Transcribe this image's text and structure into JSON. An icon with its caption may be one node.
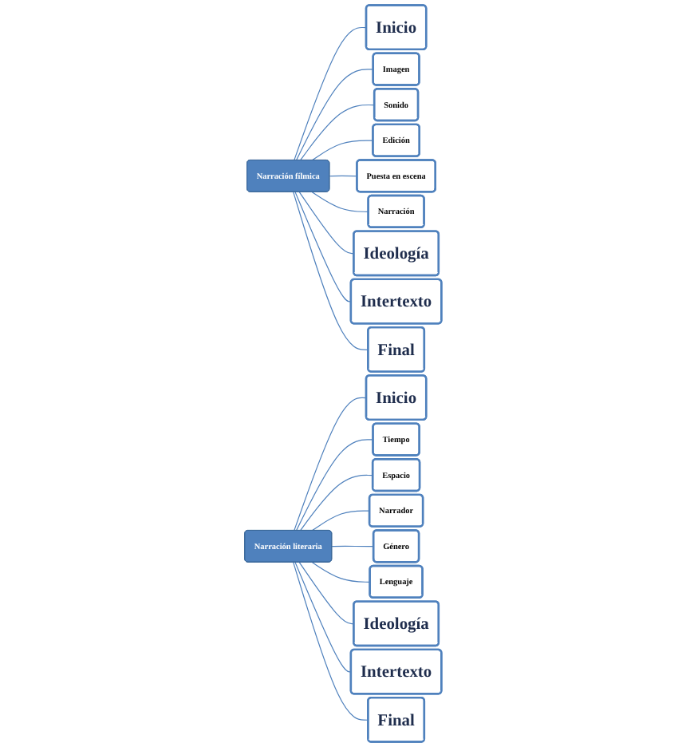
{
  "diagram": {
    "nodes": [
      {
        "text": [
          "Narración fílmica"
        ]
      },
      {
        "text": [
          "Inicio"
        ]
      },
      {
        "text": [
          "Imagen"
        ]
      },
      {
        "text": [
          "Sonido"
        ]
      },
      {
        "text": [
          "Edición"
        ]
      },
      {
        "text": [
          "Puesta en escena"
        ]
      },
      {
        "text": [
          "Narración"
        ]
      },
      {
        "text": [
          "Ideología"
        ]
      },
      {
        "text": [
          "Intertexto"
        ]
      },
      {
        "text": [
          "Final"
        ]
      },
      {
        "text": [
          "Narración literaria"
        ]
      },
      {
        "text": [
          "Inicio"
        ]
      },
      {
        "text": [
          "Tiempo"
        ]
      },
      {
        "text": [
          "Espacio"
        ]
      },
      {
        "text": [
          "Narrador"
        ]
      },
      {
        "text": [
          "Género"
        ]
      },
      {
        "text": [
          "Lenguaje"
        ]
      },
      {
        "text": [
          "Ideología"
        ]
      },
      {
        "text": [
          "Intertexto"
        ]
      },
      {
        "text": [
          "Final"
        ]
      }
    ],
    "edges": [
      {
        "from": 0,
        "to": 1,
        "arrow": "none"
      },
      {
        "from": 0,
        "to": 2,
        "arrow": "none"
      },
      {
        "from": 0,
        "to": 3,
        "arrow": "none"
      },
      {
        "from": 0,
        "to": 4,
        "arrow": "none"
      },
      {
        "from": 0,
        "to": 5,
        "arrow": "none"
      },
      {
        "from": 0,
        "to": 6,
        "arrow": "none"
      },
      {
        "from": 0,
        "to": 7,
        "arrow": "none"
      },
      {
        "from": 0,
        "to": 8,
        "arrow": "none"
      },
      {
        "from": 0,
        "to": 9,
        "arrow": "none"
      },
      {
        "from": 10,
        "to": 11,
        "arrow": "none"
      },
      {
        "from": 10,
        "to": 12,
        "arrow": "none"
      },
      {
        "from": 10,
        "to": 13,
        "arrow": "none"
      },
      {
        "from": 10,
        "to": 14,
        "arrow": "none"
      },
      {
        "from": 10,
        "to": 15,
        "arrow": "none"
      },
      {
        "from": 10,
        "to": 16,
        "arrow": "none"
      },
      {
        "from": 10,
        "to": 17,
        "arrow": "none"
      },
      {
        "from": 10,
        "to": 18,
        "arrow": "none"
      },
      {
        "from": 10,
        "to": 19,
        "arrow": "none"
      }
    ]
  }
}
